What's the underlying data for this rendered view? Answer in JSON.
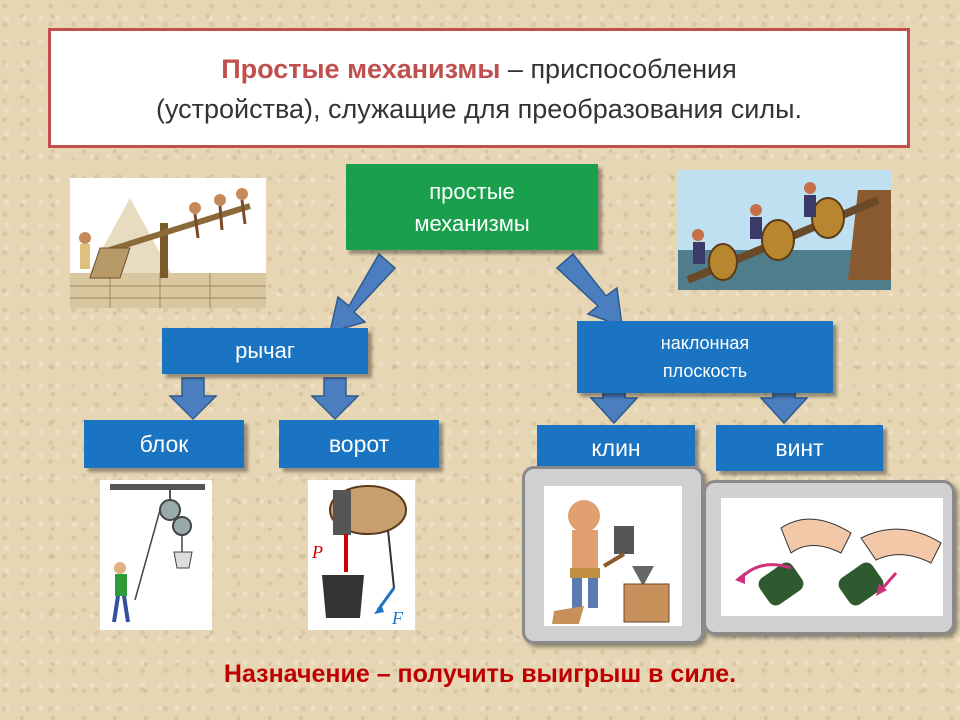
{
  "title": {
    "accent": "Простые механизмы",
    "rest_line1": " – приспособления",
    "line2": "(устройства), служащие для преобразования силы."
  },
  "root": {
    "line1": "простые",
    "line2": "механизмы"
  },
  "nodes": {
    "lever": "рычаг",
    "incline_line1": "наклонная",
    "incline_line2": "плоскость",
    "block": "блок",
    "gate": "ворот",
    "wedge": "клин",
    "screw": "винт"
  },
  "formula_labels": {
    "p": "P",
    "f": "F"
  },
  "footer": "Назначение – получить выигрыш в силе.",
  "colors": {
    "title_accent": "#c0504d",
    "green": "#1a9f4d",
    "blue": "#1b74c2",
    "footer": "#c00000"
  }
}
